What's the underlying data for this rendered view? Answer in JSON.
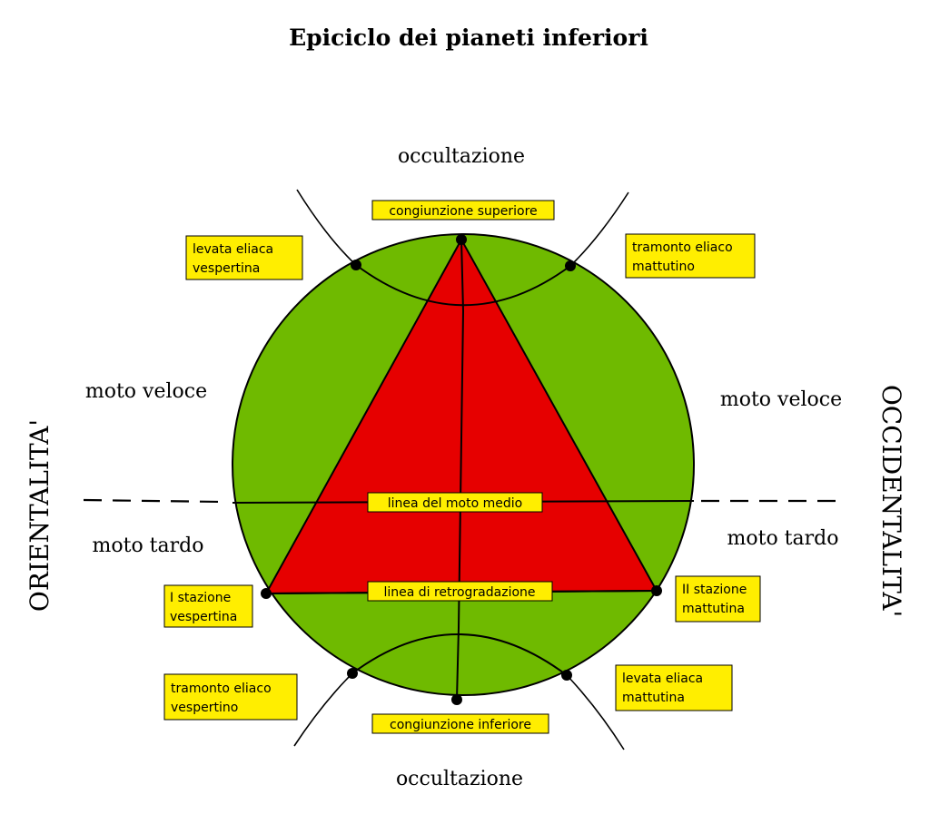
{
  "title": "Epiciclo dei pianeti inferiori",
  "regions": {
    "top_occultation": "occultazione",
    "bottom_occultation": "occultazione",
    "left_fast": "moto veloce",
    "right_fast": "moto veloce",
    "left_slow": "moto tardo",
    "right_slow": "moto tardo",
    "left_side": "ORIENTALITA'",
    "right_side": "OCCIDENTALITA'"
  },
  "labels": {
    "conj_sup": "congiunzione superiore",
    "conj_inf": "congiunzione inferiore",
    "heliacal_rising_evening": [
      "levata eliaca",
      "vespertina"
    ],
    "heliacal_setting_morning": [
      "tramonto eliaco",
      "mattutino"
    ],
    "first_station": [
      "I stazione",
      "vespertina"
    ],
    "second_station": [
      "II stazione",
      "mattutina"
    ],
    "heliacal_setting_evening": [
      "tramonto eliaco",
      "vespertino"
    ],
    "heliacal_rising_morning": [
      "levata eliaca",
      "mattutina"
    ],
    "mean_motion_line": "linea del moto medio",
    "retrograde_line": "linea di retrogradazione"
  },
  "colors": {
    "circle_fill": "#6fba00",
    "triangle_fill": "#e60000",
    "label_fill": "#ffee00",
    "stroke": "#000000"
  }
}
